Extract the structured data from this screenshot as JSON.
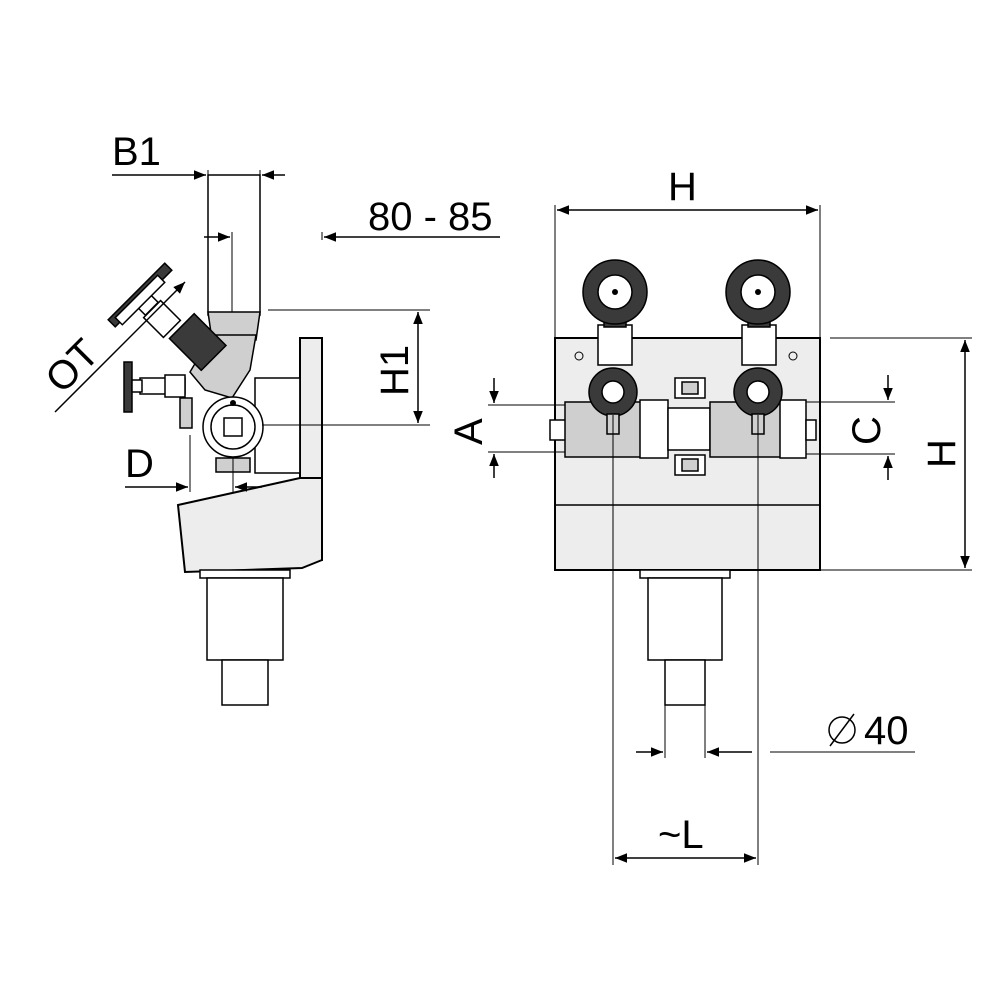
{
  "labels": {
    "b1": "B1",
    "offset": "80 - 85",
    "ot": "OT",
    "h1": "H1",
    "d": "D",
    "h_top": "H",
    "a": "A",
    "c": "C",
    "h_right": "H",
    "diameter": "40",
    "l": "~L"
  }
}
